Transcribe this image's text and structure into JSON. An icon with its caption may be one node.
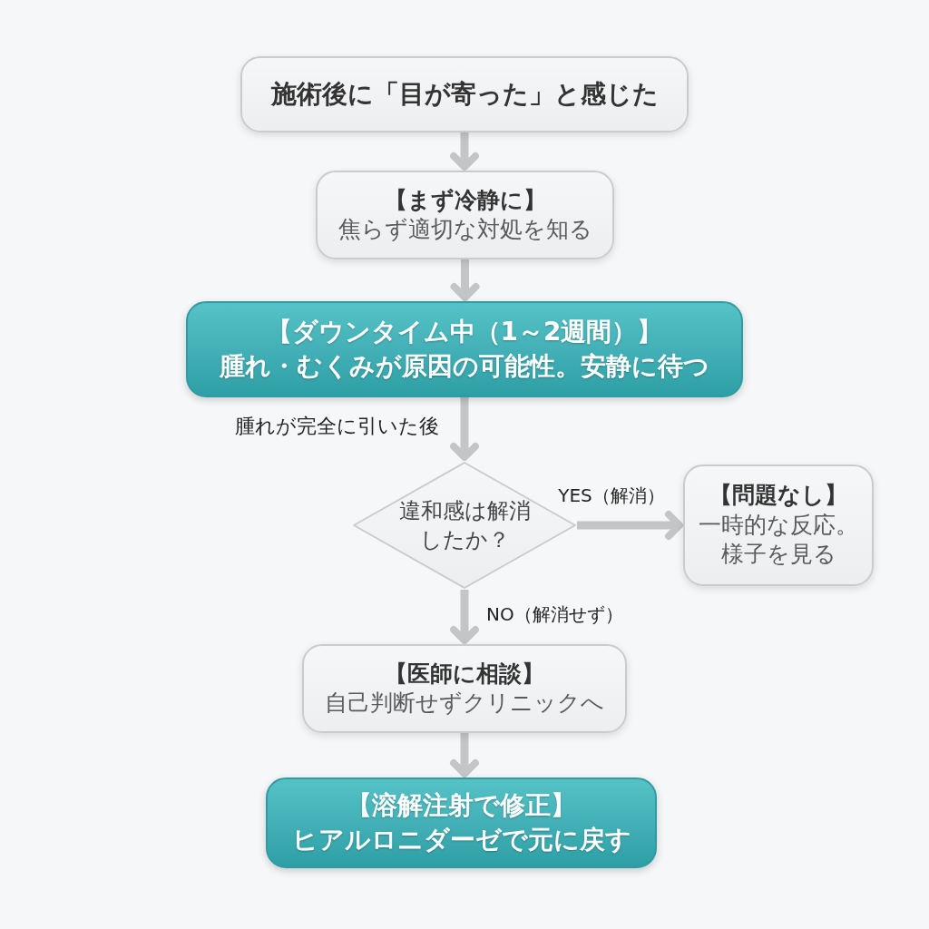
{
  "diagram": {
    "nodes": [
      {
        "text": [
          "施術後に「目が寄った」と感じた"
        ]
      },
      {
        "text": [
          "【まず冷静に】",
          "焦らず適切な対処を知る"
        ]
      },
      {
        "text": [
          "【ダウンタイム中（1～2週間）】",
          "腫れ・むくみが原因の可能性。安静に待つ"
        ]
      },
      {
        "text": [
          "違和感は解消したか？"
        ]
      },
      {
        "text": [
          "【問題なし】",
          "一時的な反応。様子を見る"
        ]
      },
      {
        "text": [
          "【医師に相談】",
          "自己判断せずクリニックへ"
        ]
      },
      {
        "text": [
          "【溶解注射で修正】",
          "ヒアルロニダーゼで元に戻す"
        ]
      }
    ],
    "edges": [
      {
        "from": 0,
        "to": 1,
        "arrow": "to"
      },
      {
        "from": 1,
        "to": 2,
        "arrow": "to"
      },
      {
        "from": 2,
        "to": 3,
        "arrow": "to",
        "label": "腫れが完全に引いた後"
      },
      {
        "from": 3,
        "to": 4,
        "arrow": "to",
        "label": "YES（解消）"
      },
      {
        "from": 3,
        "to": 5,
        "arrow": "to",
        "label": "NO（解消せず）"
      },
      {
        "from": 5,
        "to": 6,
        "arrow": "to"
      }
    ]
  }
}
